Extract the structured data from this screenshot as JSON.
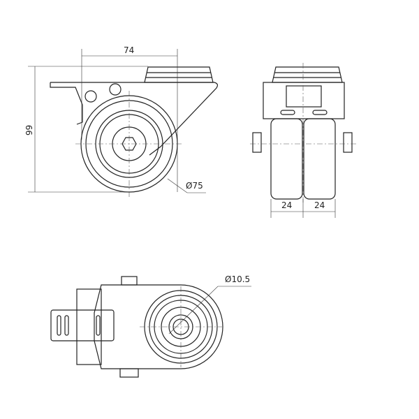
{
  "title": "Swivel castor with brake – technical drawing",
  "dimensions": {
    "mount_offset": "74",
    "total_height": "99",
    "wheel_diameter": "Ø75",
    "wheel_width_left": "24",
    "wheel_width_right": "24",
    "bolt_hole_diameter": "Ø10.5"
  },
  "line_color": "#222222"
}
